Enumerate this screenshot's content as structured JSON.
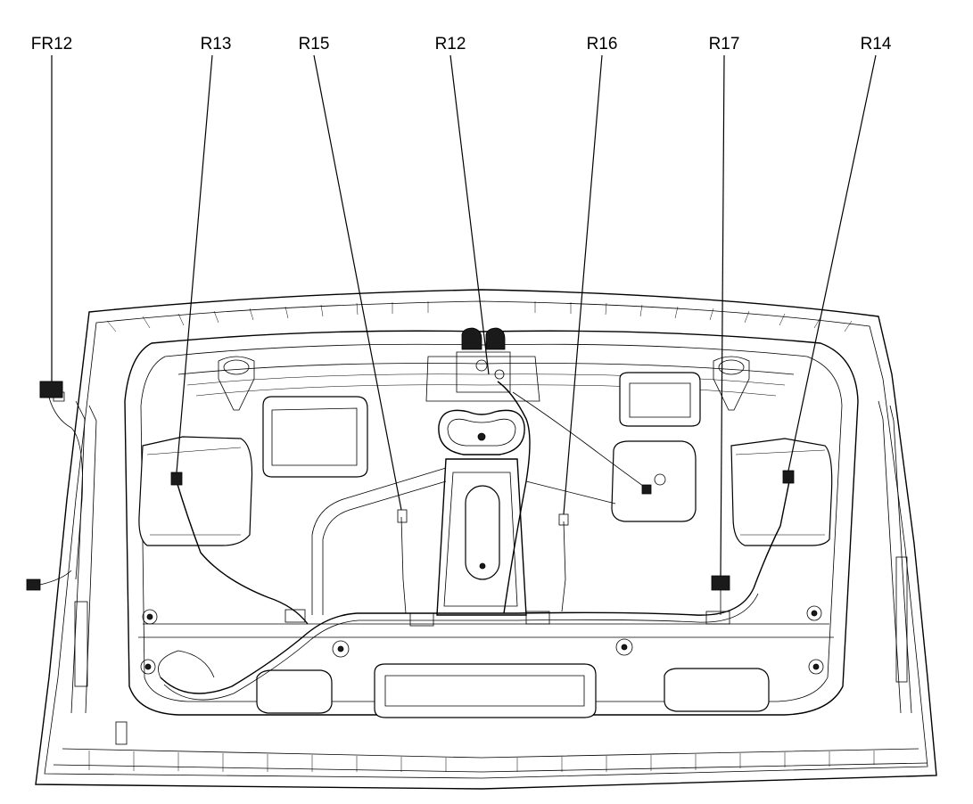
{
  "callouts": [
    {
      "id": "fr12",
      "label": "FR12"
    },
    {
      "id": "r13",
      "label": "R13"
    },
    {
      "id": "r15",
      "label": "R15"
    },
    {
      "id": "r12",
      "label": "R12"
    },
    {
      "id": "r16",
      "label": "R16"
    },
    {
      "id": "r17",
      "label": "R17"
    },
    {
      "id": "r14",
      "label": "R14"
    }
  ]
}
